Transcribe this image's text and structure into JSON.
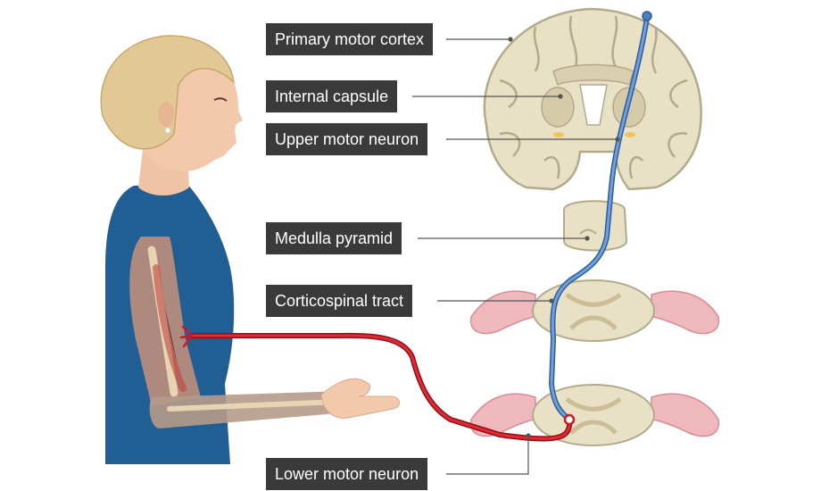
{
  "labels": {
    "primary_motor_cortex": "Primary motor cortex",
    "internal_capsule": "Internal capsule",
    "upper_motor_neuron": "Upper motor neuron",
    "medulla_pyramid": "Medulla pyramid",
    "corticospinal_tract": "Corticospinal tract",
    "lower_motor_neuron": "Lower motor neuron"
  },
  "colors": {
    "label_bg": "#3a3a3a",
    "label_text": "#ffffff",
    "upper_neuron": "#4a7fc0",
    "lower_neuron": "#cc1a24",
    "brain_tissue": "#e9e1c6",
    "brain_outline": "#b3a98b",
    "nerve_root": "#efb8bd",
    "skin": "#f3c9ac",
    "hair": "#e2c894",
    "shirt": "#215e93"
  },
  "icons": {
    "person": "person-figure",
    "brain": "brain-coronal-section",
    "medulla": "medulla-section",
    "spinal_cord": "spinal-cord-section"
  }
}
